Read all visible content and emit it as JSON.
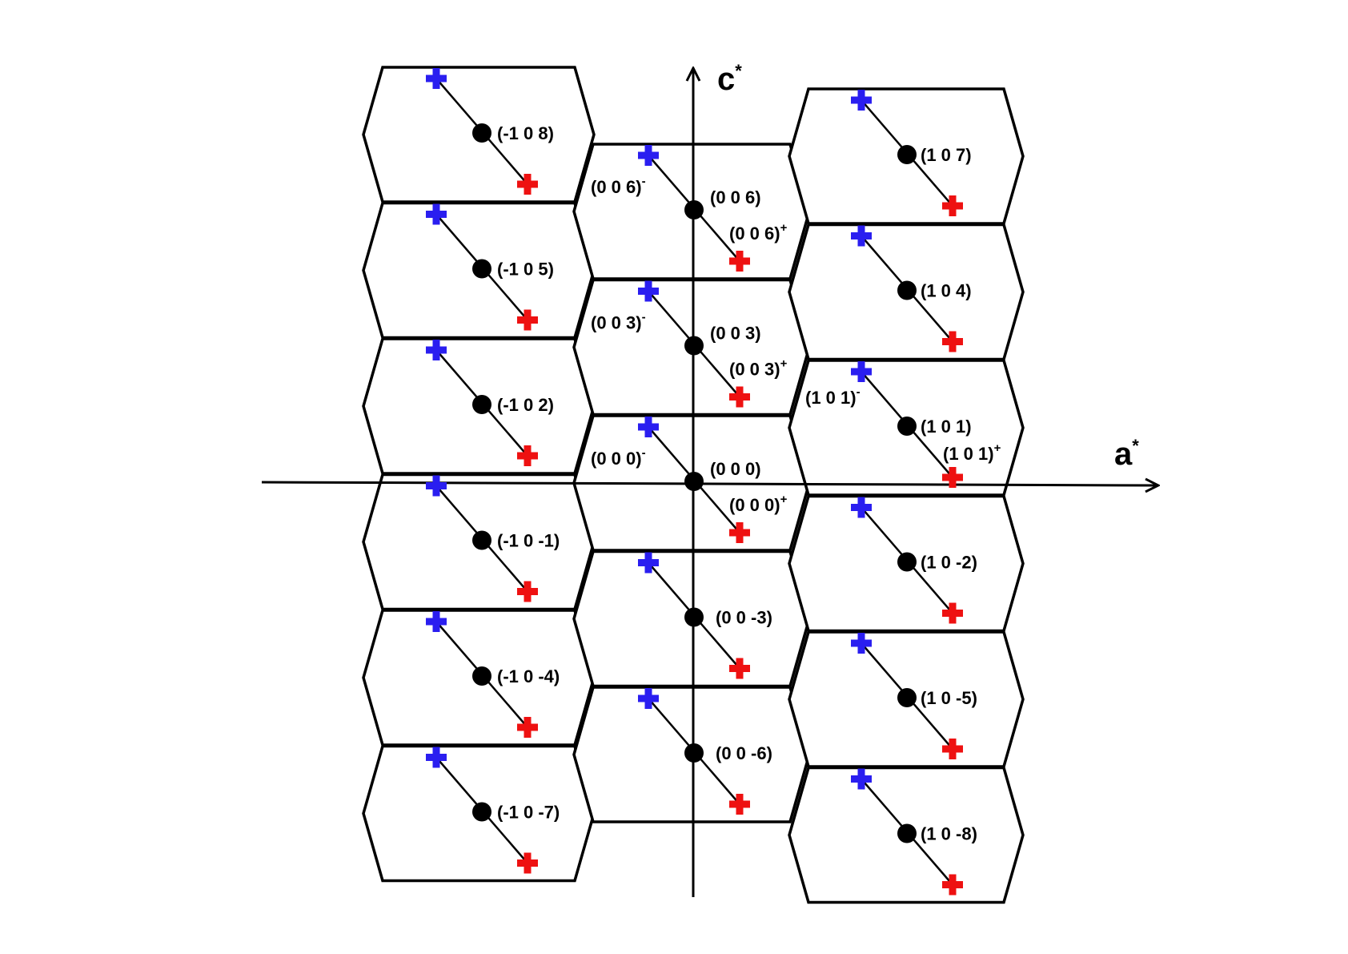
{
  "axes": {
    "a_label": "a",
    "a_sup": "*",
    "c_label": "c",
    "c_sup": "*"
  },
  "colors": {
    "minus_cross": "#2a1ef0",
    "plus_cross": "#ee1111",
    "lines": "#000000"
  },
  "columns": [
    {
      "name": "left",
      "cells": [
        {
          "label": "(-1 0 8)"
        },
        {
          "label": "(-1 0 5)"
        },
        {
          "label": "(-1 0 2)"
        },
        {
          "label": "(-1 0 -1)"
        },
        {
          "label": "(-1 0 -4)"
        },
        {
          "label": "(-1 0 -7)"
        }
      ]
    },
    {
      "name": "center",
      "cells": [
        {
          "label": "(0 0 6)",
          "minus_label": "(0 0 6)",
          "minus_sup": "-",
          "plus_label": "(0 0 6)",
          "plus_sup": "+"
        },
        {
          "label": "(0 0 3)",
          "minus_label": "(0 0 3)",
          "minus_sup": "-",
          "plus_label": "(0 0 3)",
          "plus_sup": "+"
        },
        {
          "label": "(0 0 0)",
          "minus_label": "(0 0 0)",
          "minus_sup": "-",
          "plus_label": "(0 0 0)",
          "plus_sup": "+"
        },
        {
          "label": "(0 0 -3)"
        },
        {
          "label": "(0 0 -6)"
        }
      ]
    },
    {
      "name": "right",
      "cells": [
        {
          "label": "(1 0 7)"
        },
        {
          "label": "(1 0 4)"
        },
        {
          "label": "(1 0 1)",
          "minus_label": "(1 0 1)",
          "minus_sup": "-",
          "plus_label": "(1 0 1)",
          "plus_sup": "+"
        },
        {
          "label": "(1 0 -2)"
        },
        {
          "label": "(1 0 -5)"
        },
        {
          "label": "(1 0 -8)"
        }
      ]
    }
  ]
}
